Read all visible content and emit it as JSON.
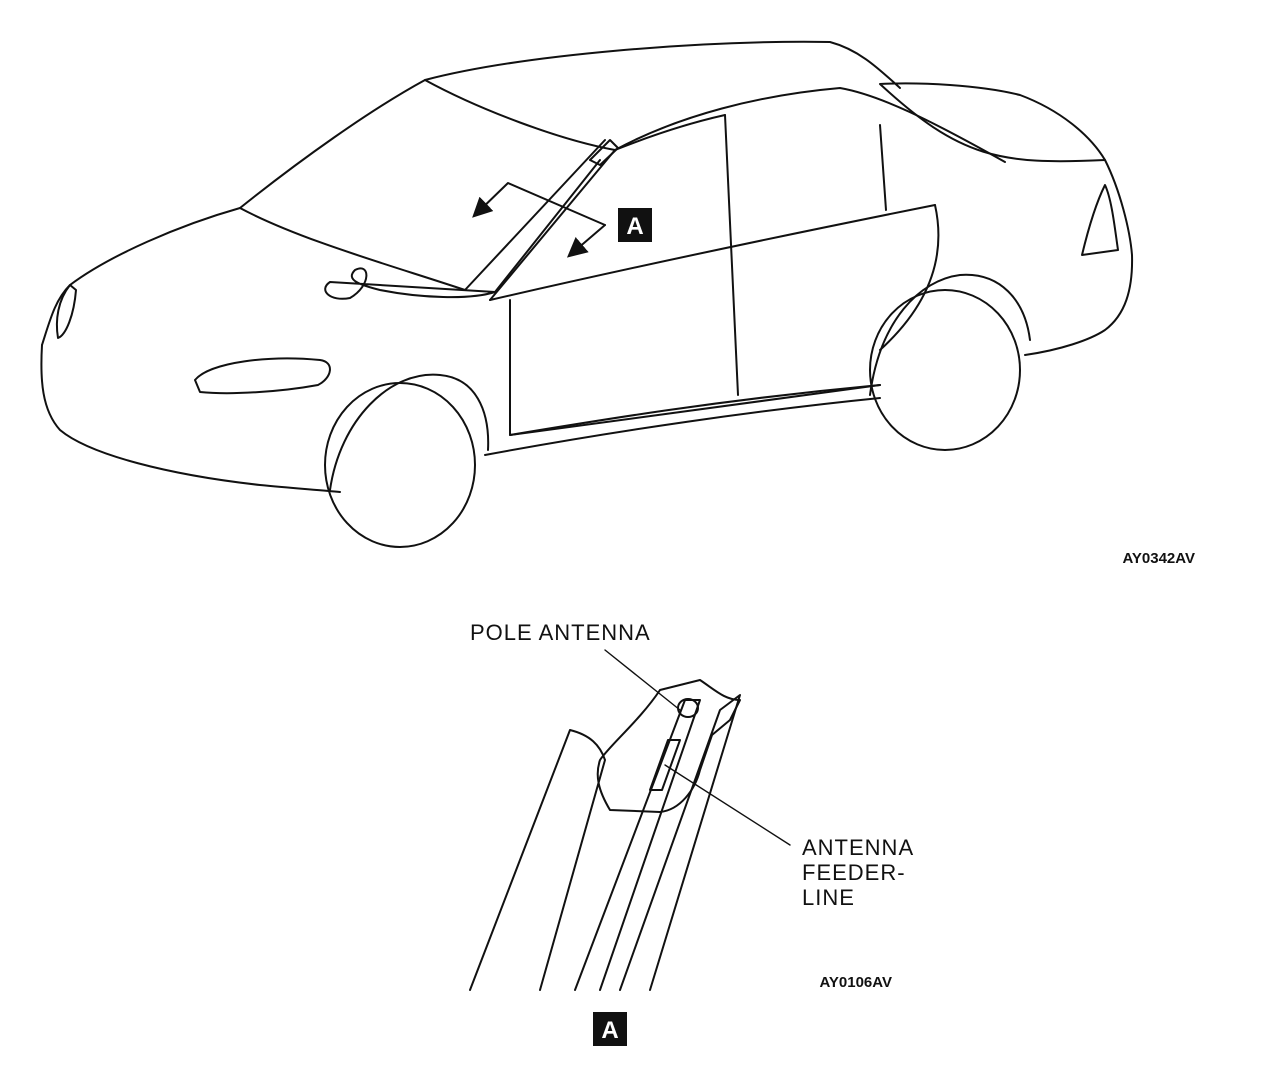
{
  "car_view": {
    "figure_code": "AY0342AV",
    "callout_letter": "A"
  },
  "detail_view": {
    "figure_code": "AY0106AV",
    "callout_letter": "A",
    "labels": {
      "pole_antenna": "POLE ANTENNA",
      "feeder_line_1": "ANTENNA",
      "feeder_line_2": "FEEDER-",
      "feeder_line_3": "LINE"
    }
  }
}
